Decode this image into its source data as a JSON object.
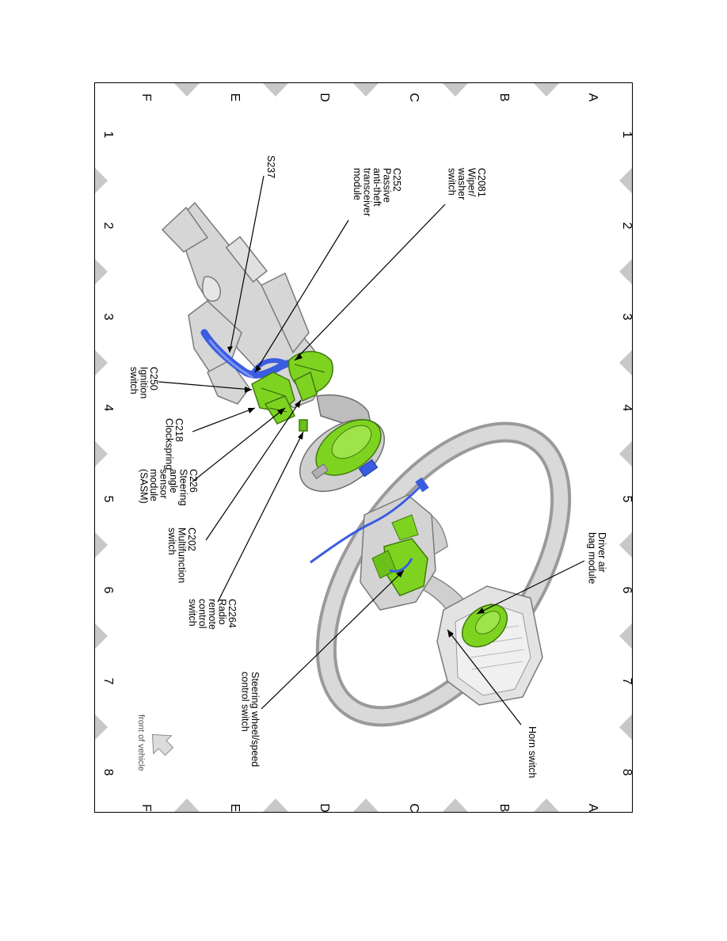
{
  "grid": {
    "rows": [
      "A",
      "B",
      "C",
      "D",
      "E",
      "F"
    ],
    "columns": [
      "1",
      "2",
      "3",
      "4",
      "5",
      "6",
      "7",
      "8"
    ]
  },
  "callouts": [
    {
      "id": "c2081",
      "lines": [
        "C2081",
        "Wiper/",
        "washer",
        "switch"
      ]
    },
    {
      "id": "c252",
      "lines": [
        "C252",
        "Passive",
        "anti-theft",
        "transceiver",
        "module"
      ]
    },
    {
      "id": "s237",
      "lines": [
        "S237"
      ]
    },
    {
      "id": "c250",
      "lines": [
        "C250",
        "Ignition",
        "switch"
      ]
    },
    {
      "id": "c218",
      "lines": [
        "C218",
        "Clockspring"
      ]
    },
    {
      "id": "c226",
      "lines": [
        "C226",
        "Steering",
        "angle",
        "sensor",
        "module",
        "(SASM)"
      ]
    },
    {
      "id": "c202",
      "lines": [
        "C202",
        "Multifunction",
        "switch"
      ]
    },
    {
      "id": "c2264",
      "lines": [
        "C2264",
        "Radio",
        "remote",
        "control",
        "switch"
      ]
    },
    {
      "id": "driver-airbag",
      "lines": [
        "Driver air",
        "bag module"
      ]
    },
    {
      "id": "steering-wheel-speed",
      "lines": [
        "Steering wheel/speed",
        "control switch"
      ]
    },
    {
      "id": "horn",
      "lines": [
        "Horn switch"
      ]
    }
  ],
  "orientation": {
    "label": "front of vehicle"
  },
  "colors": {
    "frame": "#000000",
    "triangle": "#c8c8c8",
    "component": "#7ed321",
    "wiring": "#3a5ce0",
    "metal": "#cfcfcf"
  }
}
